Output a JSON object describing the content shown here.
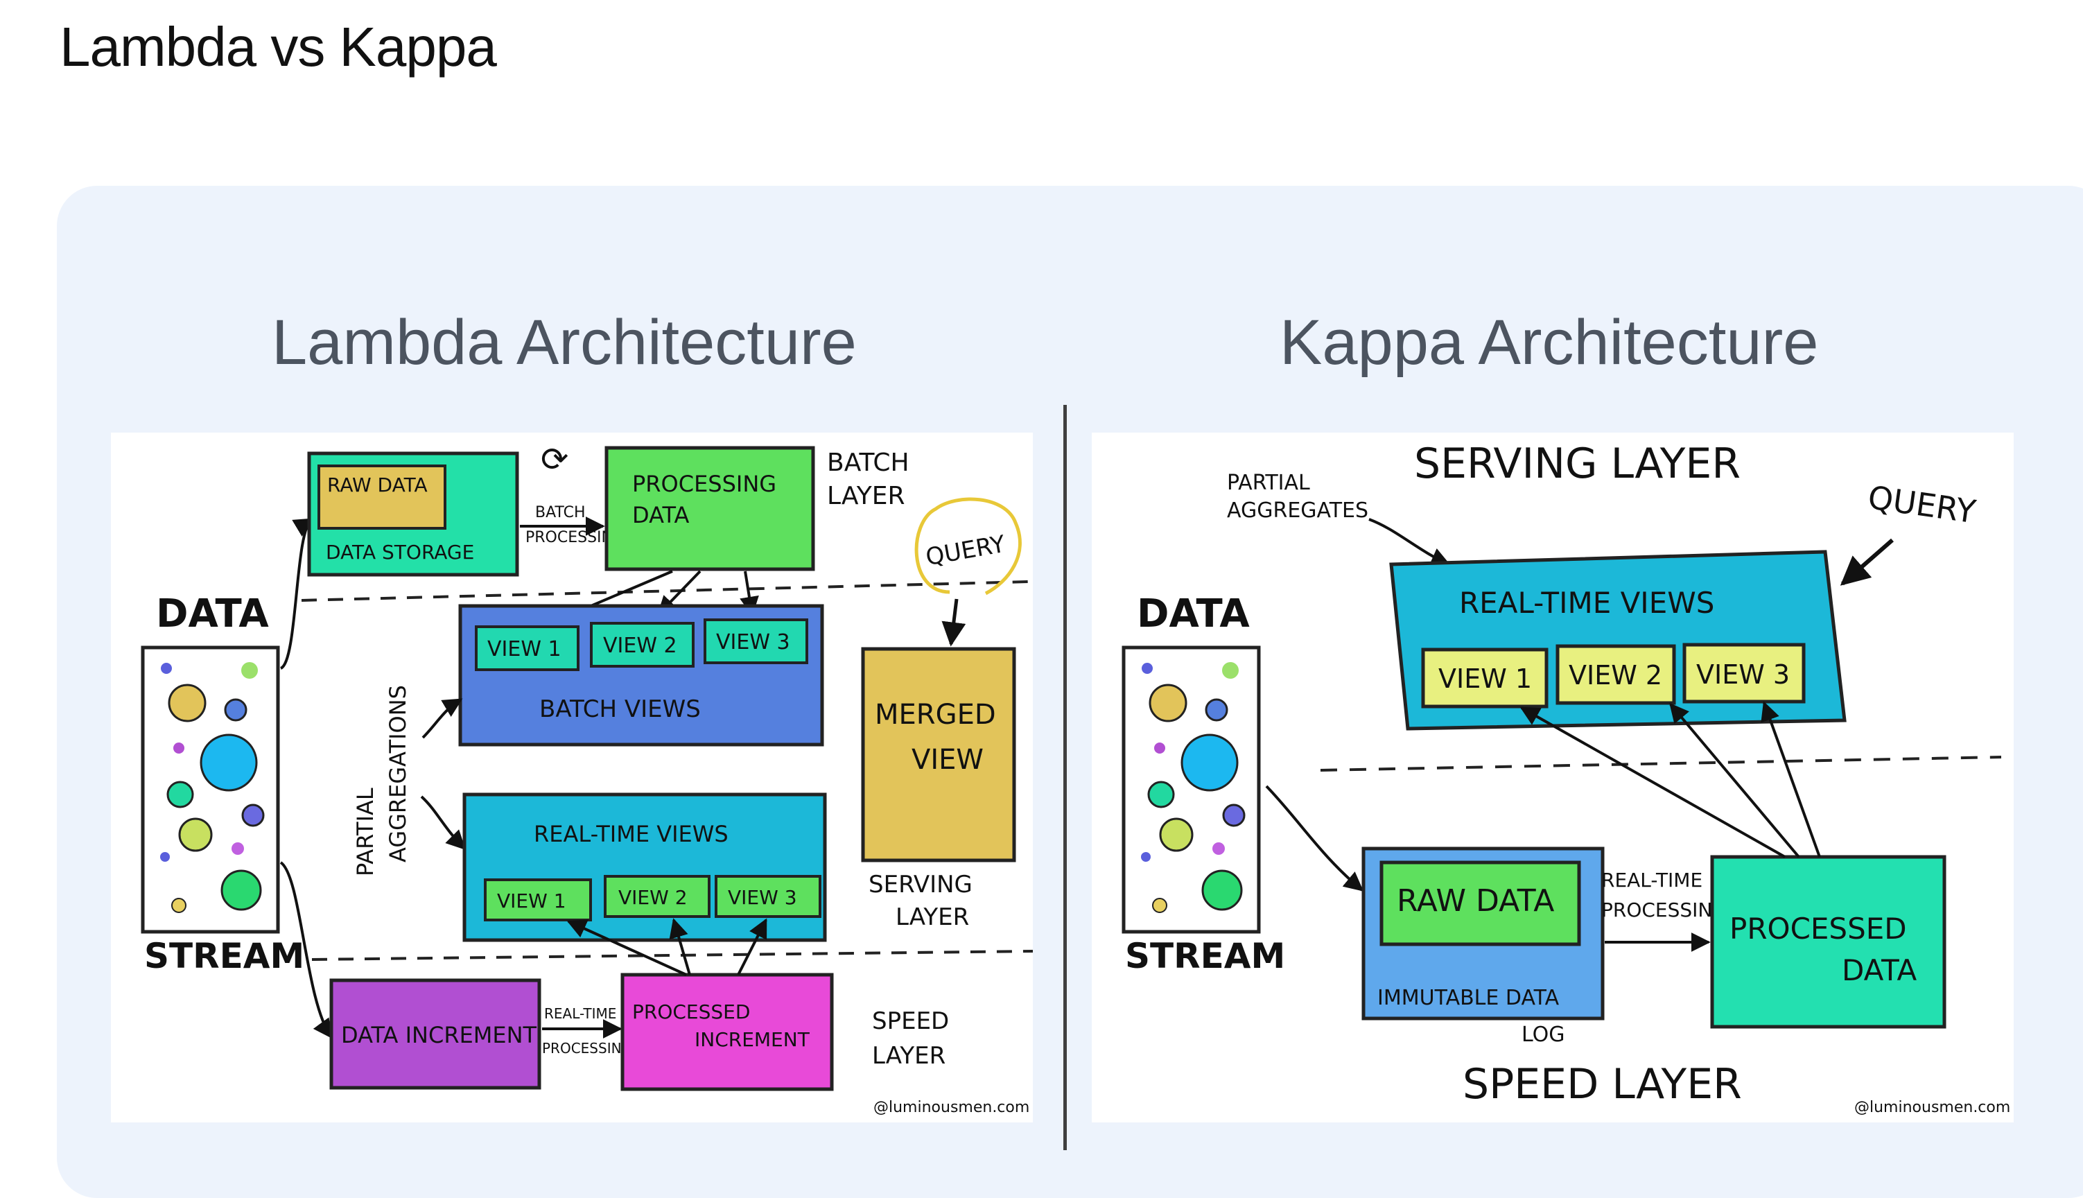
{
  "page_title": "Lambda vs Kappa",
  "lambda": {
    "title": "Lambda Architecture",
    "data_label": "DATA",
    "stream_label": "STREAM",
    "raw_data": "RAW DATA",
    "data_storage": "DATA STORAGE",
    "batch_processing_1": "BATCH",
    "batch_processing_2": "PROCESSING",
    "processing_data_1": "PROCESSING",
    "processing_data_2": "DATA",
    "batch_layer_1": "BATCH",
    "batch_layer_2": "LAYER",
    "batch_views": "BATCH VIEWS",
    "view1": "VIEW 1",
    "view2": "VIEW 2",
    "view3": "VIEW 3",
    "partial_1": "PARTIAL",
    "partial_2": "AGGREGATIONS",
    "realtime_views": "REAL-TIME VIEWS",
    "query": "QUERY",
    "merged_1": "MERGED",
    "merged_2": "VIEW",
    "serving_1": "SERVING",
    "serving_2": "LAYER",
    "data_increment": "DATA INCREMENT",
    "realtime_proc_1": "REAL-TIME",
    "realtime_proc_2": "PROCESSING",
    "processed_inc_1": "PROCESSED",
    "processed_inc_2": "INCREMENT",
    "speed_1": "SPEED",
    "speed_2": "LAYER",
    "credit": "@luminousmen.com"
  },
  "kappa": {
    "title": "Kappa Architecture",
    "serving_layer": "SERVING LAYER",
    "partial_1": "PARTIAL",
    "partial_2": "AGGREGATES",
    "query": "QUERY",
    "realtime_views": "REAL-TIME VIEWS",
    "view1": "VIEW 1",
    "view2": "VIEW 2",
    "view3": "VIEW 3",
    "data_label": "DATA",
    "stream_label": "STREAM",
    "raw_data": "RAW DATA",
    "immutable": "IMMUTABLE DATA",
    "log": "LOG",
    "realtime_proc_1": "REAL-TIME",
    "realtime_proc_2": "PROCESSING",
    "processed_1": "PROCESSED",
    "processed_2": "DATA",
    "speed_layer": "SPEED LAYER",
    "credit": "@luminousmen.com"
  },
  "colors": {
    "green": "#5ee05e",
    "mint": "#23e0b0",
    "teal": "#1cb8d8",
    "blue": "#5580de",
    "yellow_box": "#e2c45a",
    "purple": "#b14fd2",
    "magenta": "#e84ad8",
    "view_green": "#22d8b0",
    "view_yellow": "#e8f080"
  }
}
